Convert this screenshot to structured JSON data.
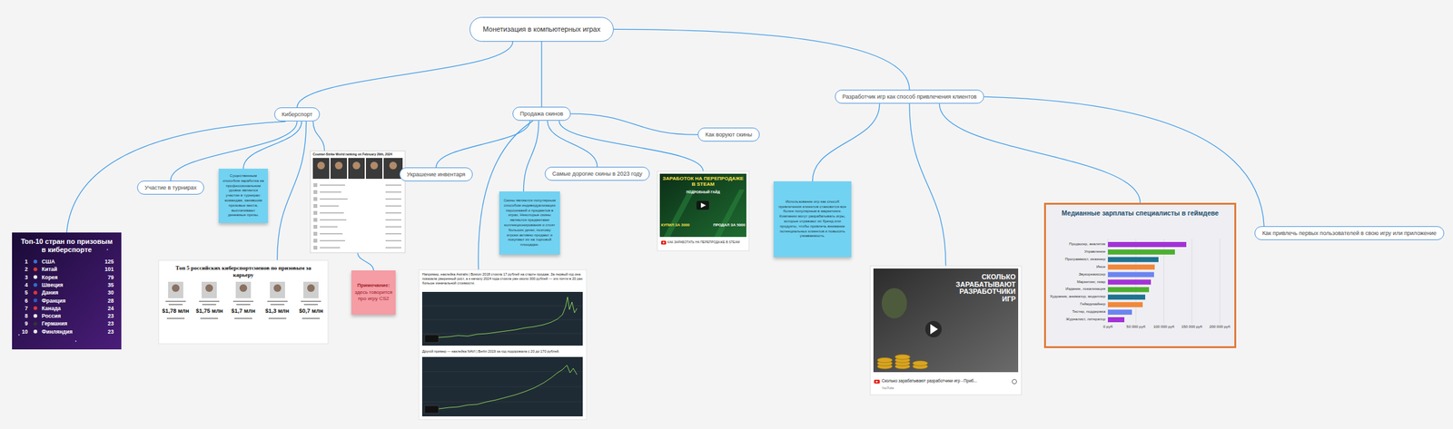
{
  "diagram": {
    "nodes": [
      {
        "text": [
          "Монетизация в компьютерных играх"
        ]
      },
      {
        "text": [
          "Киберспорт"
        ]
      },
      {
        "text": [
          "Продажа скинов"
        ]
      },
      {
        "text": [
          "Разработчик игр как способ привлечения клиентов"
        ]
      },
      {
        "text": [
          "Топ-10 стран по призовым в киберспорте"
        ]
      },
      {
        "text": [
          "Участие в турнирах"
        ]
      },
      {
        "text": [
          "Существенным способом заработка на профессиональном уровне является участие в турнирах: командам, занявшим призовые места, выплачивают денежные призы."
        ]
      },
      {
        "text": [
          "Counter-Strike World ranking on February 29th, 2024"
        ]
      },
      {
        "text": [
          "Топ 5 российских киберспортсменов по призовым за карьеру"
        ]
      },
      {
        "text": [
          "Примечание:",
          "здесь говорится про игру CS2"
        ]
      },
      {
        "text": [
          "Украшение инвентаря"
        ]
      },
      {
        "text": [
          "Скины являются популярным способом индивидуализации персонажей и предметов в играх. Некоторые скины являются предметами коллекционирования и стоят больших денег, поэтому игроки активно продают и покупают их на торговой площадке."
        ]
      },
      {
        "text": [
          "Например, наклейка Astralis | Boston 2018 стоила 17 рублей на старте продаж. За первый год она показала умеренный рост, а к началу 2024 года стоила уже около 300 рублей — это почти в 20 раз больше изначальной стоимости.",
          "Другой пример — наклейка NAVI | Berlin 2019 за год подорожала с 20 до 170 рублей."
        ]
      },
      {
        "text": [
          "Самые дорогие скины в 2023 году"
        ]
      },
      {
        "text": [
          "ЗАРАБОТОК НА ПЕРЕПРОДАЖЕ В STEAM",
          "ПОДРОБНЫЙ ГАЙД",
          "КУПИЛ ЗА 3000",
          "ПРОДАЛ ЗА 5000",
          "КАК ЗАРАБОТАТЬ НА ПЕРЕПРОДАЖЕ В STEAM"
        ]
      },
      {
        "text": [
          "Как воруют скины"
        ]
      },
      {
        "text": [
          "Использование игр как способ привлечения клиентов становится все более популярным в маркетинге. Компании могут разрабатывать игры, которые отражают их бренд или продукты, чтобы привлечь внимание потенциальных клиентов и повысить узнаваемость."
        ]
      },
      {
        "text": [
          "СКОЛЬКО ЗАРАБАТЫВАЮТ РАЗРАБОТЧИКИ ИГР",
          "Сколько зарабатывают разработчики игр - Приб...",
          "YouTube"
        ]
      },
      {
        "text": [
          "Медианные зарплаты специалисты в геймдеве"
        ]
      },
      {
        "text": [
          "Как привлечь первых пользователей в свою игру или приложение"
        ]
      }
    ],
    "edges": [
      {
        "from": 0,
        "to": 1,
        "arrow": "none"
      },
      {
        "from": 0,
        "to": 2,
        "arrow": "none"
      },
      {
        "from": 0,
        "to": 3,
        "arrow": "none"
      },
      {
        "from": 1,
        "to": 4,
        "arrow": "none"
      },
      {
        "from": 1,
        "to": 5,
        "arrow": "none"
      },
      {
        "from": 1,
        "to": 6,
        "arrow": "none"
      },
      {
        "from": 1,
        "to": 7,
        "arrow": "none"
      },
      {
        "from": 1,
        "to": 8,
        "arrow": "none"
      },
      {
        "from": 7,
        "to": 9,
        "arrow": "none"
      },
      {
        "from": 2,
        "to": 10,
        "arrow": "none"
      },
      {
        "from": 2,
        "to": 11,
        "arrow": "none"
      },
      {
        "from": 2,
        "to": 12,
        "arrow": "none"
      },
      {
        "from": 2,
        "to": 13,
        "arrow": "none"
      },
      {
        "from": 2,
        "to": 14,
        "arrow": "none"
      },
      {
        "from": 2,
        "to": 15,
        "arrow": "none"
      },
      {
        "from": 3,
        "to": 16,
        "arrow": "none"
      },
      {
        "from": 3,
        "to": 17,
        "arrow": "none"
      },
      {
        "from": 3,
        "to": 18,
        "arrow": "none"
      },
      {
        "from": 3,
        "to": 19,
        "arrow": "none"
      }
    ],
    "labels": [
      "1",
      "США",
      "125",
      "2",
      "Китай",
      "101",
      "3",
      "Корея",
      "79",
      "4",
      "Швеция",
      "35",
      "5",
      "Дания",
      "30",
      "6",
      "Франция",
      "28",
      "7",
      "Канада",
      "24",
      "8",
      "Россия",
      "23",
      "9",
      "Германия",
      "23",
      "10",
      "Финляндия",
      "23",
      "$1,78 млн",
      "$1,75 млн",
      "$1,7 млн",
      "$1,3 млн",
      "$0,7 млн",
      "Продюсер, аналитик",
      "Управление",
      "Программист, инженер",
      "Иное",
      "Звукорежиссер",
      "Маркетинг, пиар",
      "Издание, локализация",
      "Художник, аниматор, моделлер",
      "Геймдизайнер",
      "Тестер, поддержка",
      "Журналист, литератор",
      "0 руб",
      "50 000 руб",
      "100 000 руб",
      "150 000 руб",
      "200 000 руб"
    ]
  }
}
